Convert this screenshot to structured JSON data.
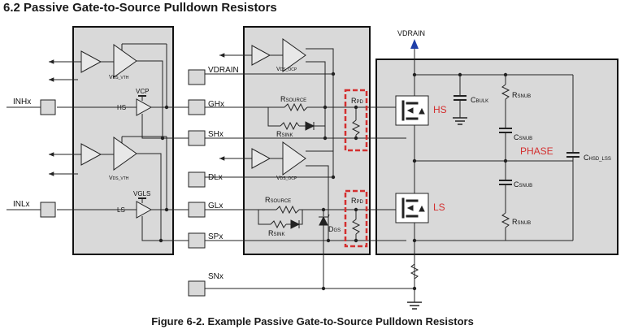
{
  "section_title": "6.2 Passive Gate-to-Source Pulldown Resistors",
  "caption": "Figure 6-2. Example Passive Gate-to-Source Pulldown Resistors",
  "pins": {
    "vdrain": "VDRAIN",
    "ghx": "GHx",
    "shx": "SHx",
    "dlx": "DLx",
    "glx": "GLx",
    "spx": "SPx",
    "snx": "SNx"
  },
  "inputs": {
    "inhx": "INHx",
    "inlx": "INLx"
  },
  "driver_labels": {
    "hs": "HS",
    "ls": "LS",
    "vcp": "VCP",
    "vgls": "VGLS",
    "vds_vth": "V",
    "vds_vth_sub": "DS_VTH",
    "vds_ocp": "V",
    "vds_ocp_sub": "DS_OCP"
  },
  "resistors": {
    "r": "R",
    "source_sub": "SOURCE",
    "sink_sub": "SINK",
    "pd_sub": "PD",
    "dgs": "D",
    "dgs_sub": "GS"
  },
  "power_stage": {
    "vdrain_top": "VDRAIN",
    "hs": "HS",
    "ls": "LS",
    "phase": "PHASE",
    "c": "C",
    "r": "R",
    "bulk_sub": "BULK",
    "snub_sub": "SNUB",
    "hsd_lss_sub": "HSD_LSS"
  },
  "colors": {
    "panel_fill": "#d9d9d9",
    "wire": "#222222",
    "highlight": "#d32f2f",
    "arrow_blue": "#1f3fa8"
  }
}
